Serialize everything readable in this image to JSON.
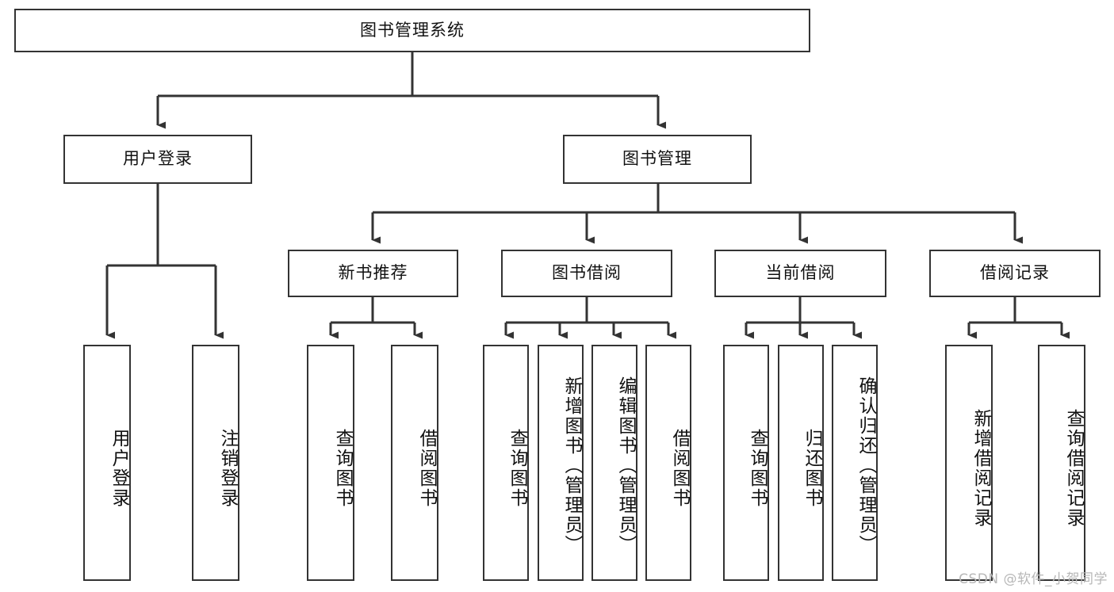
{
  "diagram": {
    "title": "图书管理系统",
    "type": "tree",
    "watermark": "CSDN @软件_小贺同学",
    "colors": {
      "box_border": "#333333",
      "box_fill": "#ffffff",
      "edge": "#333333",
      "text": "#111111",
      "watermark": "#b7b7b7"
    },
    "nodes": {
      "root": {
        "label": "图书管理系统"
      },
      "level2": [
        {
          "id": "user-login",
          "label": "用户登录"
        },
        {
          "id": "book-management",
          "label": "图书管理"
        }
      ],
      "level3": [
        {
          "id": "new-book-recommend",
          "label": "新书推荐"
        },
        {
          "id": "book-borrow",
          "label": "图书借阅"
        },
        {
          "id": "current-borrow",
          "label": "当前借阅"
        },
        {
          "id": "borrow-record",
          "label": "借阅记录"
        }
      ],
      "level4": {
        "user-login": [
          {
            "id": "do-user-login",
            "label": "用户登录"
          },
          {
            "id": "user-logout",
            "label": "注销登录"
          }
        ],
        "new-book-recommend": [
          {
            "id": "query-book-1",
            "label": "查询图书"
          },
          {
            "id": "borrow-book-1",
            "label": "借阅图书"
          }
        ],
        "book-borrow": [
          {
            "id": "query-book-2",
            "label": "查询图书"
          },
          {
            "id": "add-book",
            "label": "新增图书（管理员）"
          },
          {
            "id": "edit-book",
            "label": "编辑图书（管理员）"
          },
          {
            "id": "borrow-book-2",
            "label": "借阅图书"
          }
        ],
        "current-borrow": [
          {
            "id": "query-book-3",
            "label": "查询图书"
          },
          {
            "id": "return-book",
            "label": "归还图书"
          },
          {
            "id": "confirm-return",
            "label": "确认归还（管理员）"
          }
        ],
        "borrow-record": [
          {
            "id": "add-borrow-record",
            "label": "新增借阅记录"
          },
          {
            "id": "query-borrow-record",
            "label": "查询借阅记录"
          }
        ]
      }
    }
  }
}
